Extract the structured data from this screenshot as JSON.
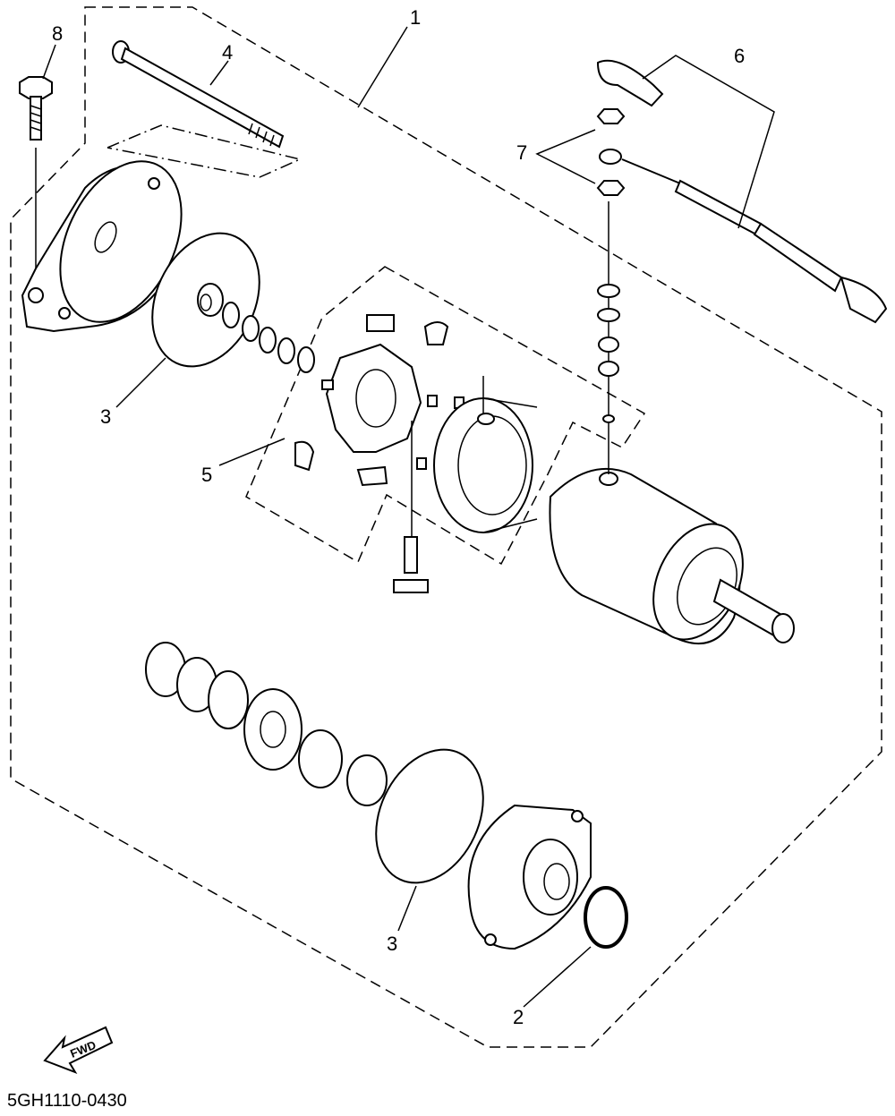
{
  "diagram": {
    "diagram_code": "5GH1110-0430",
    "fwd_label": "FWD",
    "callouts": {
      "c1": "1",
      "c2": "2",
      "c3a": "3",
      "c3b": "3",
      "c4": "4",
      "c5": "5",
      "c6": "6",
      "c7": "7",
      "c8": "8"
    }
  }
}
